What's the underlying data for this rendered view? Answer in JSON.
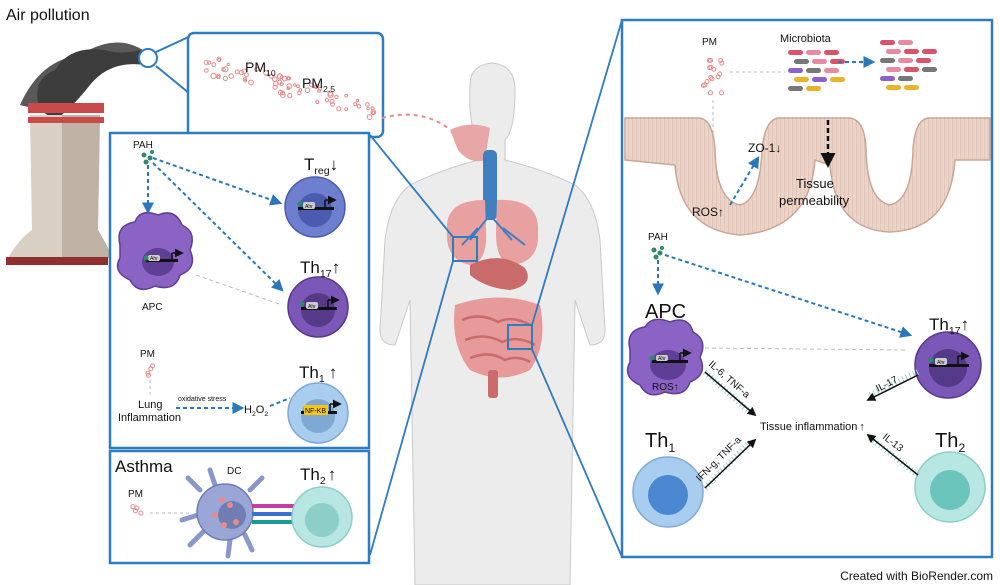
{
  "title": "Air pollution",
  "credit": "Created with BioRender.com",
  "particles": {
    "pm10": {
      "main": "PM",
      "sub": "10"
    },
    "pm25": {
      "main": "PM",
      "sub": "2.5"
    }
  },
  "lung_panel": {
    "pah": "PAH",
    "apc": "APC",
    "treg": {
      "main": "T",
      "sub": "reg",
      "arrow": "↓"
    },
    "th17": {
      "main": "Th",
      "sub": "17",
      "arrow": "↑"
    },
    "th1": {
      "main": "Th",
      "sub": "1",
      "arrow": "↑"
    },
    "ahr": "Ahr",
    "pm": "PM",
    "lung_inflammation_1": "Lung",
    "lung_inflammation_2": "Inflammation",
    "oxidative_stress": "oxidative stress",
    "h2o2": {
      "main": "H",
      "sub1": "2",
      "mid": "O",
      "sub2": "2"
    },
    "nfkb": "NF-KB"
  },
  "asthma_panel": {
    "title": "Asthma",
    "dc": "DC",
    "pm": "PM",
    "th2": {
      "main": "Th",
      "sub": "2",
      "arrow": "↑"
    }
  },
  "gut_panel": {
    "pm": "PM",
    "microbiota": "Microbiota",
    "zo1": "ZO-1",
    "zo1_arrow": "↓",
    "ros": "ROS",
    "ros_arrow": "↑",
    "tissue_perm_1": "Tissue",
    "tissue_perm_2": "permeability",
    "pah": "PAH",
    "apc": "APC",
    "apc_ros": "ROS",
    "apc_ros_arrow": "↑",
    "th17": {
      "main": "Th",
      "sub": "17",
      "arrow": "↑"
    },
    "th1": {
      "main": "Th",
      "sub": "1"
    },
    "th2": {
      "main": "Th",
      "sub": "2"
    },
    "ahr": "Ahr",
    "il6_tnfa": "IL-6, TNF-a",
    "ifng_tnfa": "IFN-g, TNF-a",
    "il17": "IL-17",
    "il13": "IL-13",
    "tissue_inflammation": "Tissue inflammation",
    "tissue_inflammation_arrow": "↑"
  },
  "colors": {
    "panel_border": "#2f7bbf",
    "dashed_arrow": "#2b77b7",
    "treg_cell": "#6f7fd0",
    "th17_cell": "#7b57b7",
    "th1_cell": "#a9cdef",
    "th2_cell": "#b8e6e2",
    "apc_cell": "#8a63c4",
    "particle": "#e58b8b",
    "pah_dot": "#2a8a6a",
    "nfkb": "#f5c518"
  }
}
